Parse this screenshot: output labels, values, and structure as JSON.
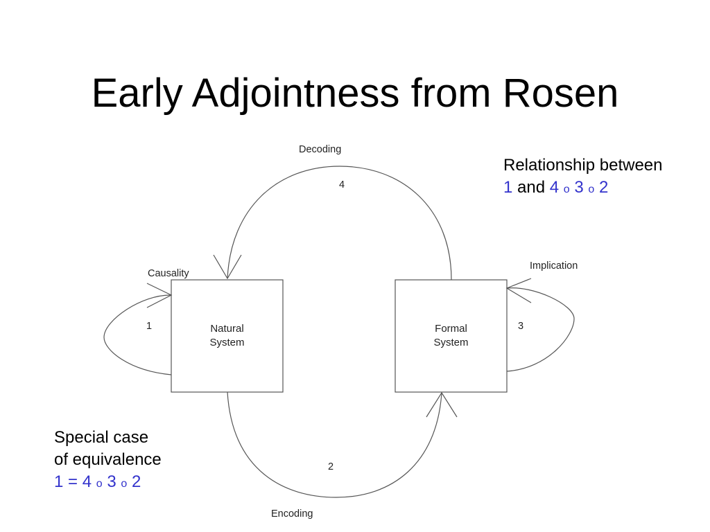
{
  "title": "Early Adjointness from Rosen",
  "diagram": {
    "boxes": {
      "natural": {
        "line1": "Natural",
        "line2": "System"
      },
      "formal": {
        "line1": "Formal",
        "line2": "System"
      }
    },
    "arrows": {
      "causality": {
        "label": "Causality",
        "number": "1"
      },
      "encoding": {
        "label": "Encoding",
        "number": "2"
      },
      "implication": {
        "label": "Implication",
        "number": "3"
      },
      "decoding": {
        "label": "Decoding",
        "number": "4"
      }
    }
  },
  "notes": {
    "relationship": {
      "line1": "Relationship between",
      "n1": "1",
      "and": "and",
      "n4": "4",
      "o1": "o",
      "n3": "3",
      "o2": "o",
      "n2": "2"
    },
    "special_case": {
      "line1": "Special case",
      "line2": "of equivalence",
      "n1": "1",
      "eq": "=",
      "n4": "4",
      "o1": "o",
      "n3": "3",
      "o2": "o",
      "n2": "2"
    }
  },
  "colors": {
    "highlight": "#3333cc",
    "stroke": "#555555"
  }
}
